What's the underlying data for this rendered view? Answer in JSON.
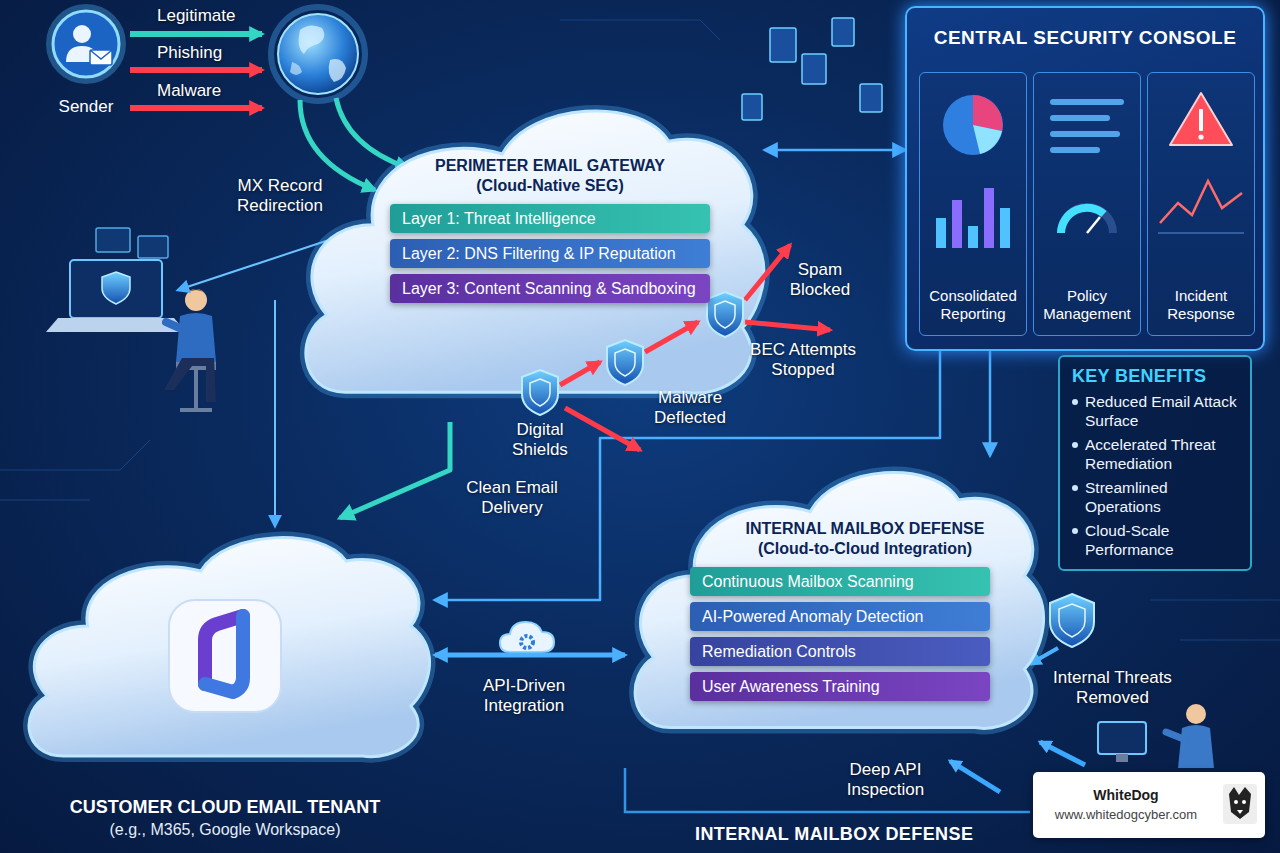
{
  "diagram": {
    "nodes": [
      {
        "text": [
          "Sender"
        ]
      },
      {
        "text": [
          "PERIMETER EMAIL GATEWAY (Cloud-Native SEG)"
        ]
      },
      {
        "text": [
          "Layer 1: Threat Intelligence"
        ],
        "in": 1
      },
      {
        "text": [
          "Layer 2: DNS Filtering & IP Reputation"
        ],
        "in": 1
      },
      {
        "text": [
          "Layer 3: Content Scanning & Sandboxing"
        ],
        "in": 1
      },
      {
        "text": [
          "CENTRAL SECURITY CONSOLE"
        ]
      },
      {
        "text": [
          "Consolidated Reporting"
        ],
        "in": 5
      },
      {
        "text": [
          "Policy Management"
        ],
        "in": 5
      },
      {
        "text": [
          "Incident Response"
        ],
        "in": 5
      },
      {
        "text": [
          "KEY BENEFITS",
          "Reduced Email Attack Surface",
          "Accelerated Threat Remediation",
          "Streamlined Operations",
          "Cloud-Scale Performance"
        ]
      },
      {
        "text": [
          "CUSTOMER CLOUD EMAIL TENANT",
          "(e.g., M365, Google Workspace)"
        ]
      },
      {
        "text": [
          "INTERNAL MAILBOX DEFENSE (Cloud-to-Cloud Integration)"
        ]
      },
      {
        "text": [
          "Continuous Mailbox Scanning"
        ],
        "in": 11
      },
      {
        "text": [
          "AI-Powered Anomaly Detection"
        ],
        "in": 11
      },
      {
        "text": [
          "Remediation Controls"
        ],
        "in": 11
      },
      {
        "text": [
          "User Awareness Training"
        ],
        "in": 11
      },
      {
        "text": [
          "WhiteDog",
          "www.whitedogcyber.com"
        ]
      }
    ],
    "edges": [
      {
        "from": 1,
        "to": 10,
        "label": "Clean Email Delivery",
        "arrow": "to"
      },
      {
        "from": 10,
        "to": 11,
        "label": "API-Driven Integration",
        "arrow": "both"
      },
      {
        "from": 1,
        "to": 5,
        "arrow": "both"
      },
      {
        "from": 5,
        "to": 10,
        "arrow": "to"
      },
      {
        "from": 5,
        "to": 11,
        "arrow": "to"
      }
    ],
    "labels": [
      "Legitimate",
      "Phishing",
      "Malware",
      "MX Record Redirection",
      "Digital Shields",
      "Malware Deflected",
      "BEC Attempts Stopped",
      "Spam Blocked",
      "Internal Threats Removed",
      "Deep API Inspection",
      "INTERNAL MAILBOX DEFENSE"
    ]
  }
}
